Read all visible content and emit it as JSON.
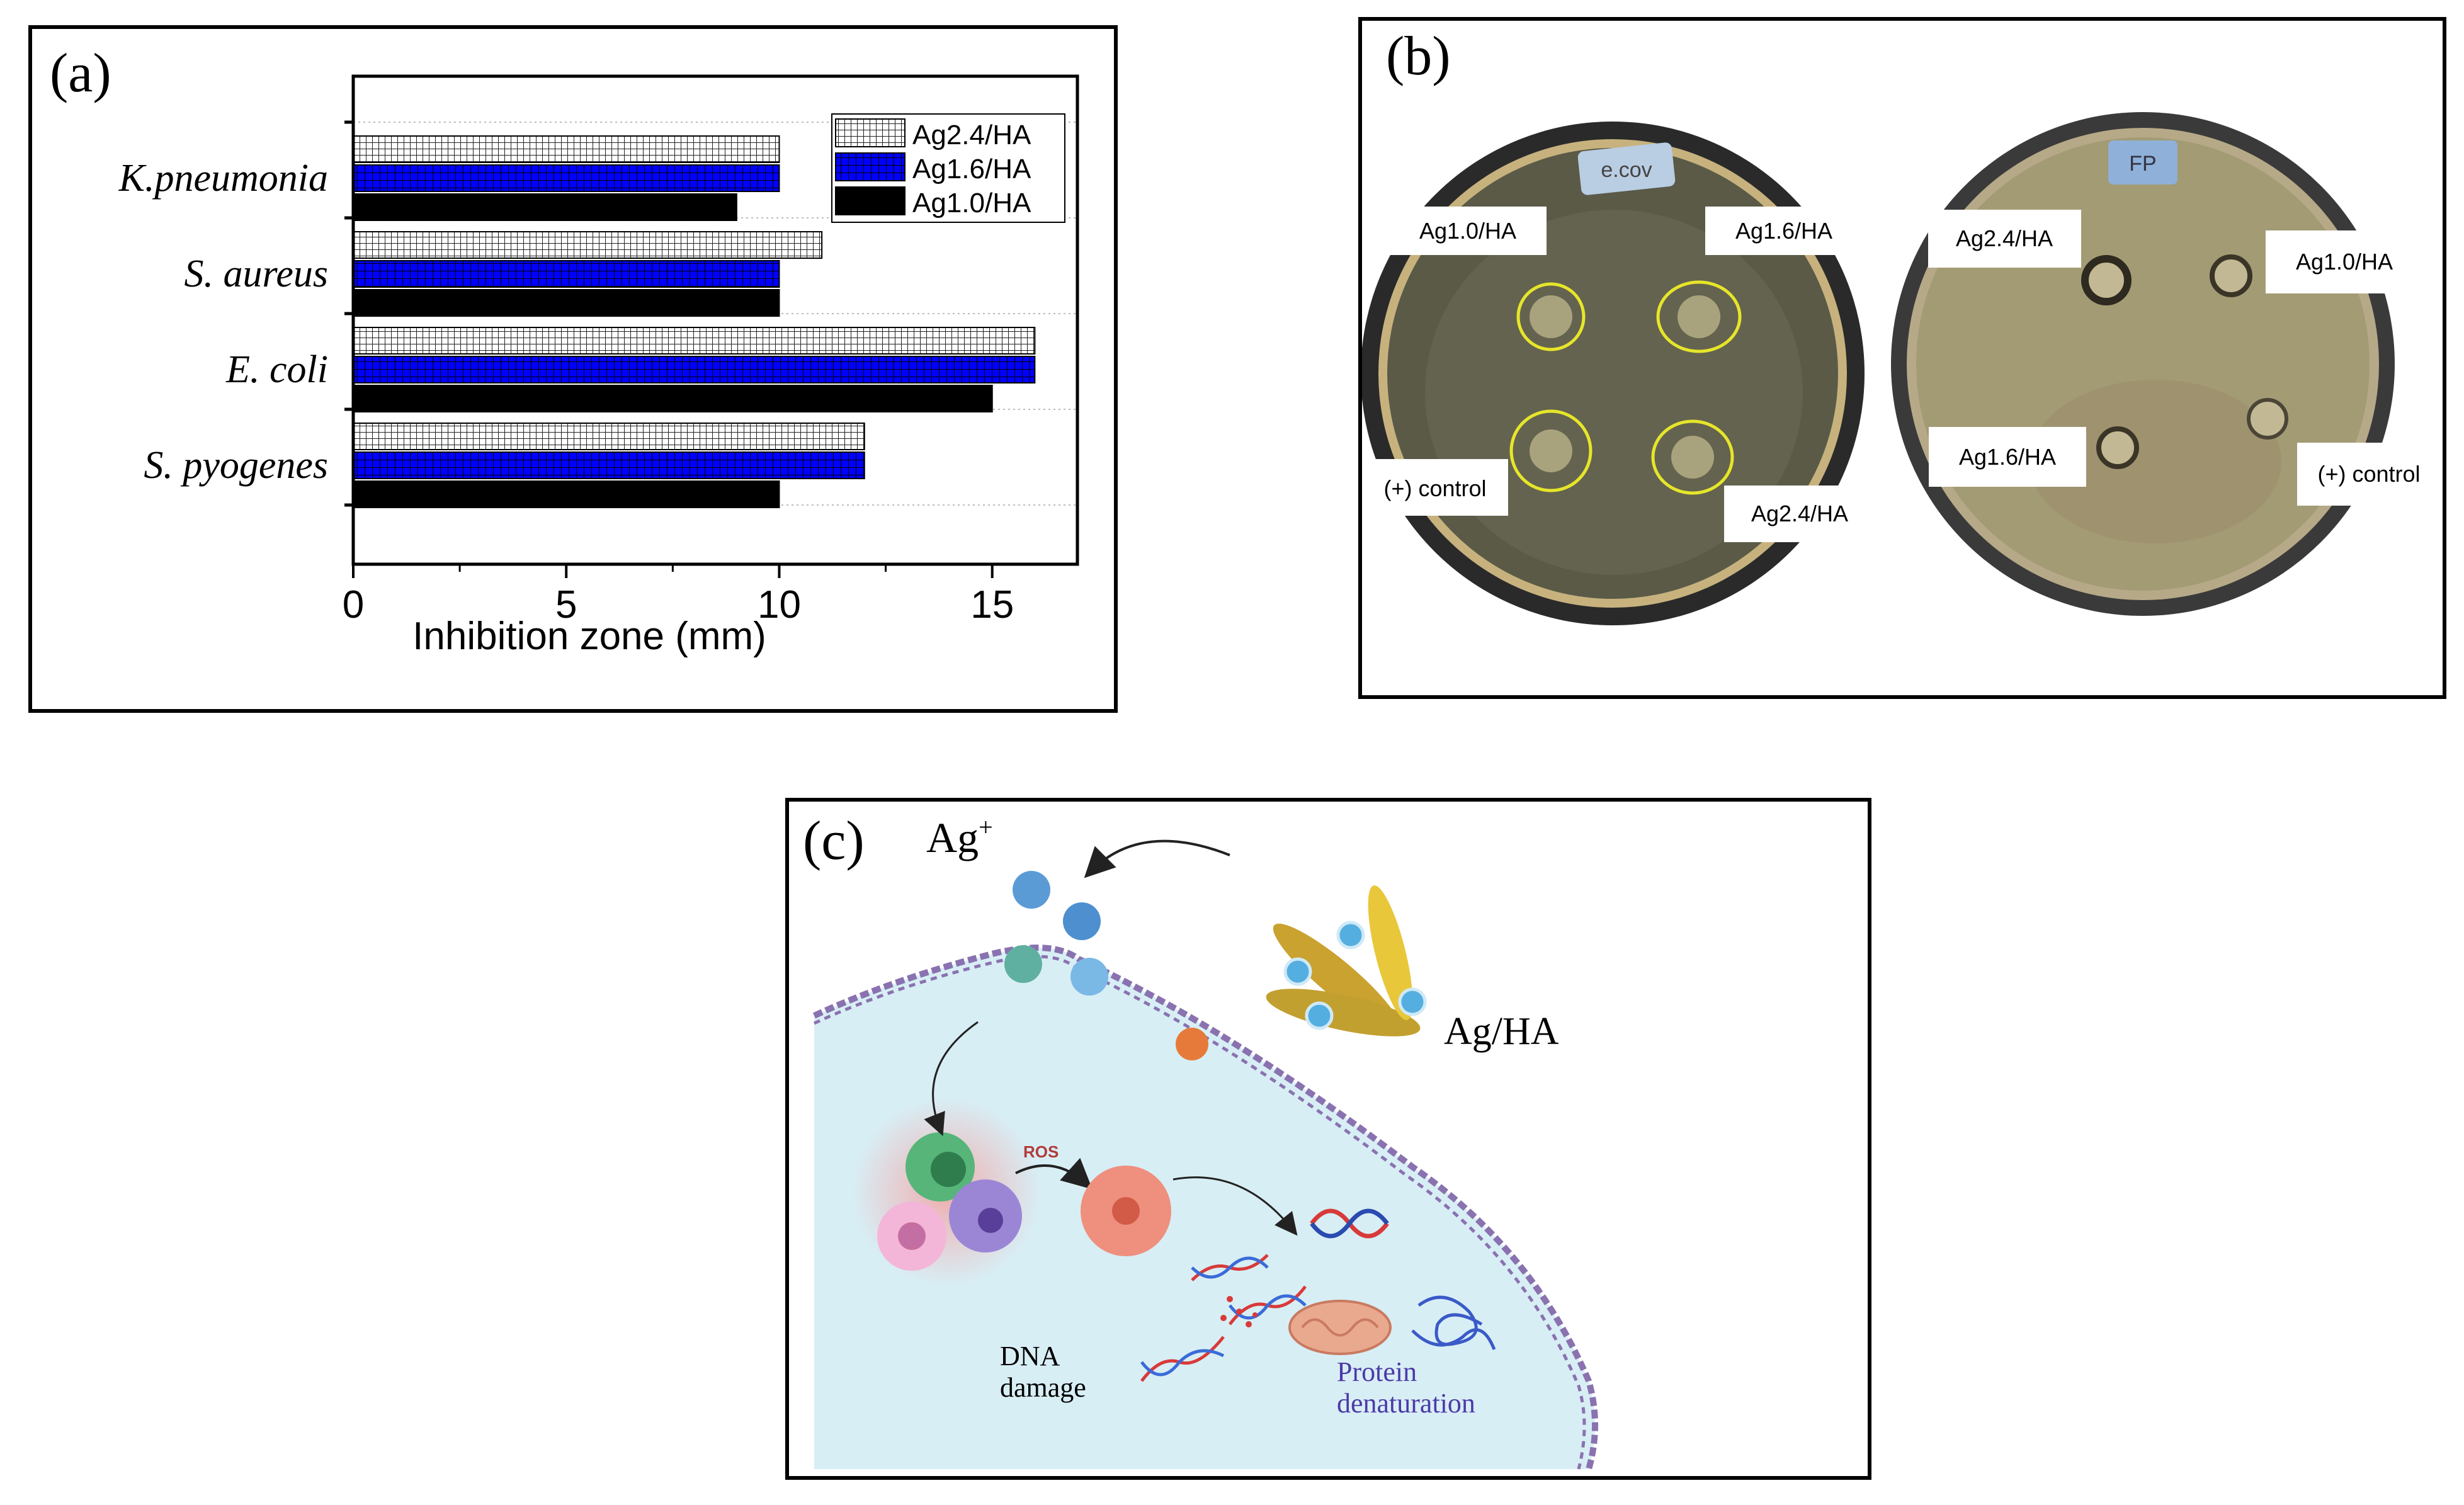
{
  "panels": {
    "a": {
      "label": "(a)"
    },
    "b": {
      "label": "(b)"
    },
    "c": {
      "label": "(c)"
    }
  },
  "chart_data": {
    "type": "bar",
    "orientation": "horizontal",
    "categories": [
      "K.pneumonia",
      "S. aureus",
      "E. coli",
      "S. pyogenes"
    ],
    "series": [
      {
        "name": "Ag2.4/HA",
        "values": [
          10,
          11,
          16,
          12
        ],
        "pattern": "grid-white",
        "color": "#ffffff"
      },
      {
        "name": "Ag1.6/HA",
        "values": [
          10,
          10,
          16,
          12
        ],
        "pattern": "grid-blue",
        "color": "#0000ff"
      },
      {
        "name": "Ag1.0/HA",
        "values": [
          9,
          10,
          15,
          10
        ],
        "pattern": "solid",
        "color": "#000000"
      }
    ],
    "xlabel": "Inhibition zone (mm)",
    "ylabel": "",
    "xlim": [
      0,
      17
    ],
    "xticks": [
      0,
      5,
      10,
      15
    ],
    "legend_position": "top-right",
    "grid": "dotted horizontal"
  },
  "plates": {
    "left": {
      "lid_label": "e.cov",
      "labels": [
        "Ag1.0/HA",
        "Ag1.6/HA",
        "(+) control",
        "Ag2.4/HA"
      ]
    },
    "right": {
      "lid_label": "FP",
      "labels": [
        "Ag2.4/HA",
        "Ag1.0/HA",
        "Ag1.6/HA",
        "(+) control"
      ]
    }
  },
  "diagram": {
    "ag_ion": "Ag",
    "ag_ion_charge": "+",
    "ag_ha": "Ag/HA",
    "ros": "ROS",
    "dna_damage_line1": "DNA",
    "dna_damage_line2": "damage",
    "protein_line1": "Protein",
    "protein_line2": "denaturation"
  },
  "colors": {
    "bar_blue": "#0000ff",
    "cell_fill": "#d8eef5",
    "membrane": "#8a72b0",
    "protein_text": "#4b3aa8",
    "ring": "#e6e62a"
  }
}
